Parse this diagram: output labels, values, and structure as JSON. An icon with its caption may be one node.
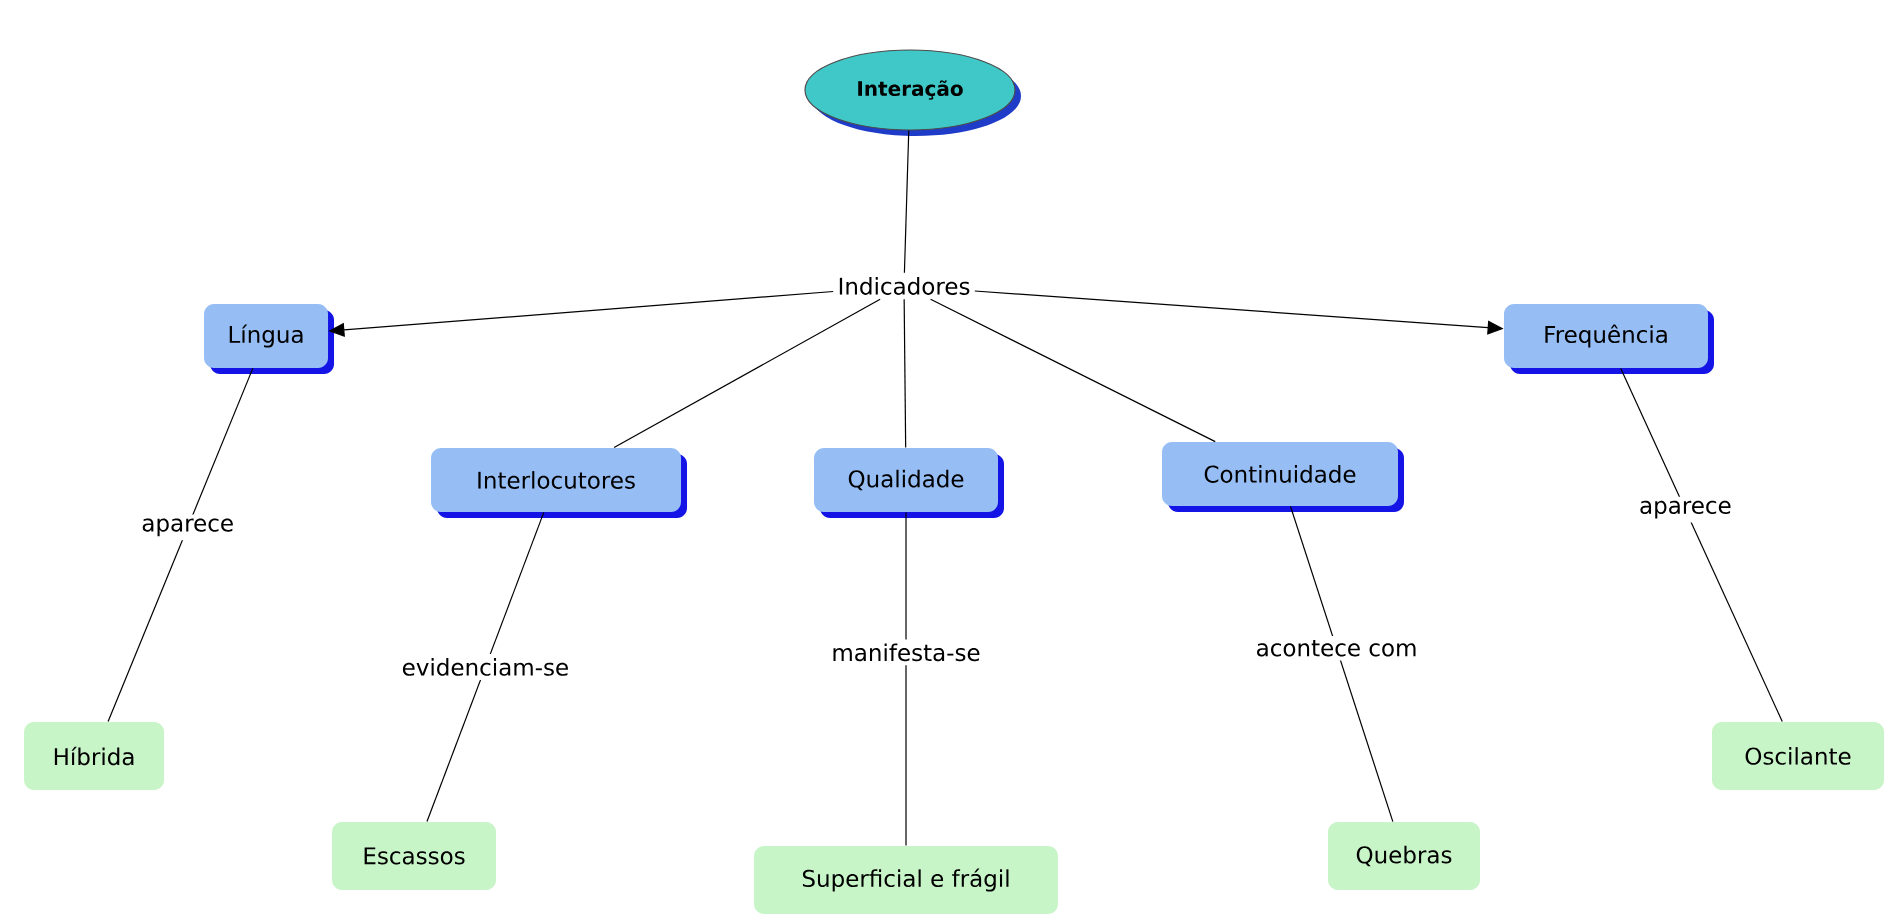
{
  "diagram": {
    "nodes": [
      {
        "text": [
          "Interação"
        ]
      },
      {
        "text": [
          "Indicadores"
        ]
      },
      {
        "text": [
          "Língua"
        ]
      },
      {
        "text": [
          "Interlocutores"
        ]
      },
      {
        "text": [
          "Qualidade"
        ]
      },
      {
        "text": [
          "Continuidade"
        ]
      },
      {
        "text": [
          "Frequência"
        ]
      },
      {
        "text": [
          "Híbrida"
        ]
      },
      {
        "text": [
          "Escassos"
        ]
      },
      {
        "text": [
          "Superficial e frágil"
        ]
      },
      {
        "text": [
          "Quebras"
        ]
      },
      {
        "text": [
          "Oscilante"
        ]
      }
    ],
    "edges": [
      {
        "from": 0,
        "to": 1,
        "arrow": "none"
      },
      {
        "from": 1,
        "to": 2,
        "arrow": "to"
      },
      {
        "from": 1,
        "to": 3,
        "arrow": "none"
      },
      {
        "from": 1,
        "to": 4,
        "arrow": "none"
      },
      {
        "from": 1,
        "to": 5,
        "arrow": "none"
      },
      {
        "from": 1,
        "to": 6,
        "arrow": "to"
      },
      {
        "from": 2,
        "to": 7,
        "arrow": "none",
        "label": "aparece"
      },
      {
        "from": 3,
        "to": 8,
        "arrow": "none",
        "label": "evidenciam-se"
      },
      {
        "from": 4,
        "to": 9,
        "arrow": "none",
        "label": "manifesta-se"
      },
      {
        "from": 5,
        "to": 10,
        "arrow": "none",
        "label": "acontece com"
      },
      {
        "from": 6,
        "to": 11,
        "arrow": "none",
        "label": "aparece"
      }
    ]
  }
}
